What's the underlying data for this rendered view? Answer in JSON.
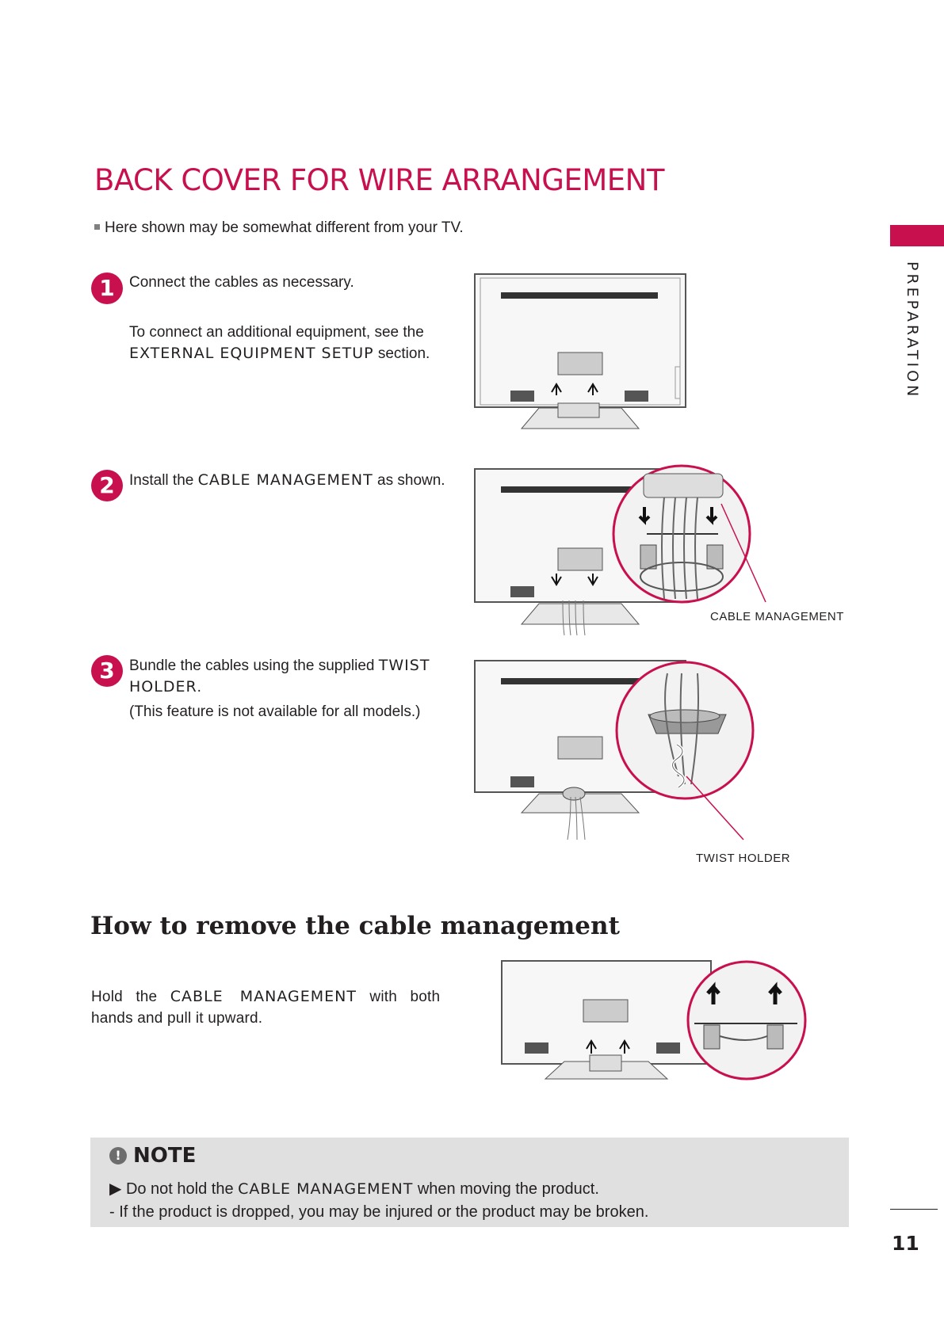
{
  "page_title": "BACK COVER FOR WIRE ARRANGEMENT",
  "side_tab_label": "PREPARATION",
  "intro_note": "Here shown may be somewhat different from your TV.",
  "steps": [
    {
      "number": "1",
      "line1": "Connect the cables as necessary.",
      "line2": "To connect an additional equipment, see the",
      "link": "EXTERNAL EQUIPMENT SETUP",
      "line3_suffix": " section."
    },
    {
      "number": "2",
      "prefix": "Install the ",
      "keyword": "CABLE MANAGEMENT",
      "suffix": " as shown.",
      "callout": "CABLE MANAGEMENT"
    },
    {
      "number": "3",
      "prefix": "Bundle the cables using the supplied ",
      "keyword1": "TWIST",
      "keyword2": "HOLDER",
      "keyword2_suffix": ".",
      "line3": "(This feature is not available for all models.)",
      "callout": "TWIST HOLDER"
    }
  ],
  "remove_section": {
    "heading": "How to remove the cable management",
    "text1_prefix": "Hold   the   ",
    "text1_keyword": "CABLE   MANAGEMENT",
    "text1_suffix": "   with   both",
    "text2": "hands and pull it upward."
  },
  "note": {
    "icon": "exclamation-icon",
    "heading": "NOTE",
    "bullet": "Do not hold the ",
    "bullet_keyword": "CABLE MANAGEMENT",
    "bullet_suffix": " when moving the product.",
    "sub": "- If the product is dropped, you may be injured or the product may be broken."
  },
  "page_number": "11",
  "colors": {
    "accent": "#c8104e",
    "note_bg": "#e0e0e0",
    "text": "#231f20"
  }
}
